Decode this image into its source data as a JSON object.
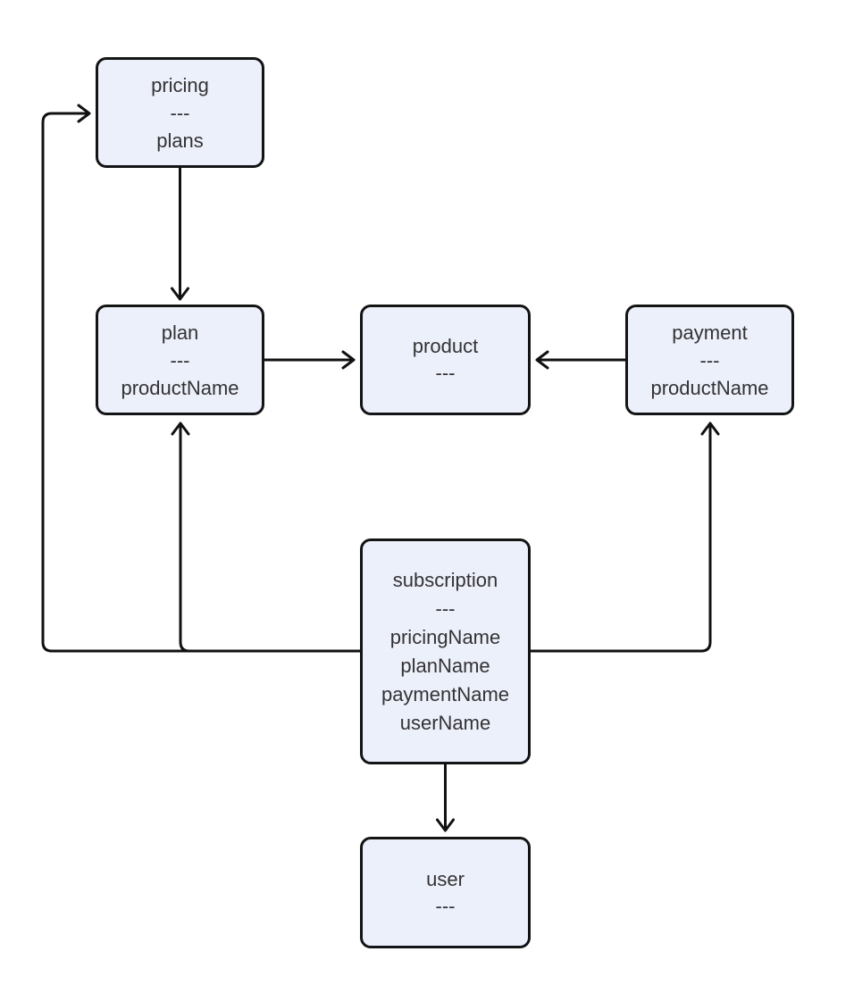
{
  "diagram": {
    "type": "entity-dependency-graph",
    "nodes": {
      "pricing": {
        "title": "pricing",
        "separator": "---",
        "attributes": [
          "plans"
        ]
      },
      "plan": {
        "title": "plan",
        "separator": "---",
        "attributes": [
          "productName"
        ]
      },
      "product": {
        "title": "product",
        "separator": "---",
        "attributes": []
      },
      "payment": {
        "title": "payment",
        "separator": "---",
        "attributes": [
          "productName"
        ]
      },
      "subscription": {
        "title": "subscription",
        "separator": "---",
        "attributes": [
          "pricingName",
          "planName",
          "paymentName",
          "userName"
        ]
      },
      "user": {
        "title": "user",
        "separator": "---",
        "attributes": []
      }
    },
    "edges": [
      {
        "from": "pricing",
        "to": "plan"
      },
      {
        "from": "plan",
        "to": "product"
      },
      {
        "from": "payment",
        "to": "product"
      },
      {
        "from": "subscription",
        "to": "pricing"
      },
      {
        "from": "subscription",
        "to": "plan"
      },
      {
        "from": "subscription",
        "to": "payment"
      },
      {
        "from": "subscription",
        "to": "user"
      }
    ]
  },
  "colors": {
    "background": "#ffffff",
    "node_fill": "#ecf0fa",
    "node_border": "#141414",
    "edge": "#111111",
    "text": "#333333"
  }
}
